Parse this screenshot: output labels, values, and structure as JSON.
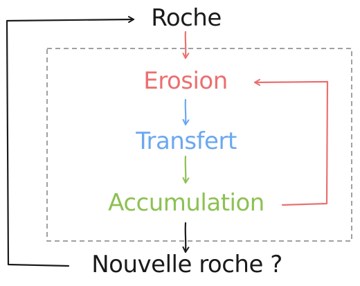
{
  "diagram": {
    "nodes": {
      "roche": {
        "label": "Roche",
        "color": "#1a1a1a"
      },
      "erosion": {
        "label": "Erosion",
        "color": "#ec6f6f"
      },
      "transfert": {
        "label": "Transfert",
        "color": "#6aa8f0"
      },
      "accumulation": {
        "label": "Accumulation",
        "color": "#8cc152"
      },
      "nouvelle_roche": {
        "label": "Nouvelle roche ?",
        "color": "#1a1a1a"
      }
    },
    "edges": [
      {
        "from": "roche",
        "to": "erosion",
        "color": "#ec6f6f"
      },
      {
        "from": "erosion",
        "to": "transfert",
        "color": "#6aa8f0"
      },
      {
        "from": "transfert",
        "to": "accumulation",
        "color": "#8cc152"
      },
      {
        "from": "accumulation",
        "to": "nouvelle_roche",
        "color": "#1a1a1a"
      },
      {
        "from": "accumulation",
        "to": "erosion",
        "color": "#ec6f6f",
        "style": "loop-right"
      },
      {
        "from": "nouvelle_roche",
        "to": "roche",
        "color": "#1a1a1a",
        "style": "loop-left"
      }
    ],
    "cycle_box": {
      "border_color": "#808080",
      "border_style": "dashed"
    }
  }
}
